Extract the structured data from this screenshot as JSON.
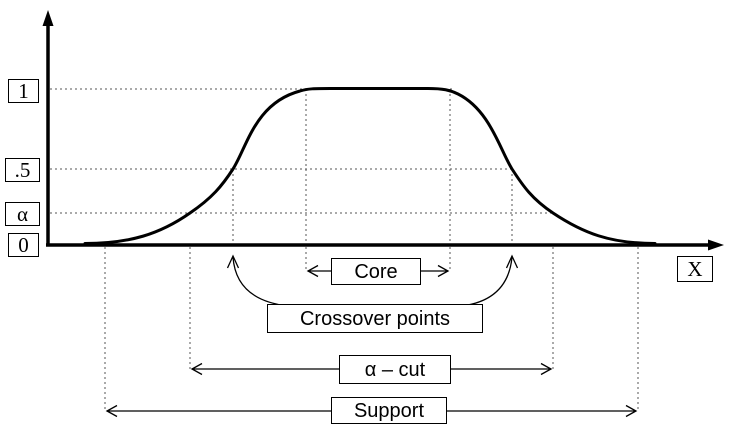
{
  "axis": {
    "y_tick_1": "1",
    "y_tick_half": ".5",
    "y_tick_alpha": "α",
    "y_tick_zero": "0",
    "x_label": "X"
  },
  "annotations": {
    "core": "Core",
    "crossover_points": "Crossover points",
    "alpha_cut": "α – cut",
    "support": "Support"
  },
  "colors": {
    "curve": "#000000",
    "gridline": "#555555",
    "background": "#ffffff"
  }
}
